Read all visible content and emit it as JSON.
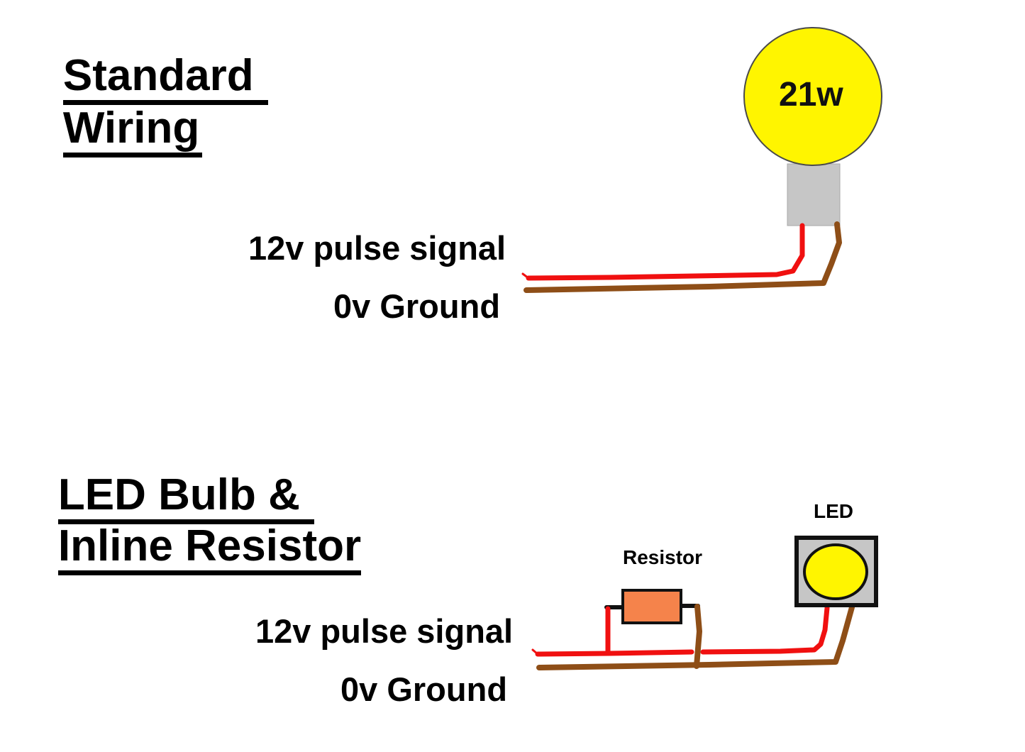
{
  "colors": {
    "wire_signal_red": "#f01010",
    "wire_ground_brown": "#8e4e17",
    "bulb_yellow": "#fff500",
    "component_gray": "#c6c6c6",
    "resistor_orange": "#f5834b",
    "outline_black": "#111111",
    "background": "#ffffff",
    "text_black": "#000000"
  },
  "standard_wiring": {
    "title_line1": "Standard",
    "title_line2": "Wiring",
    "bulb_label": "21w",
    "signal_label": "12v pulse signal",
    "ground_label": "0v Ground"
  },
  "led_wiring": {
    "title_line1": "LED Bulb &",
    "title_line2": "Inline Resistor",
    "resistor_label": "Resistor",
    "led_label": "LED",
    "signal_label": "12v pulse signal",
    "ground_label": "0v Ground"
  }
}
